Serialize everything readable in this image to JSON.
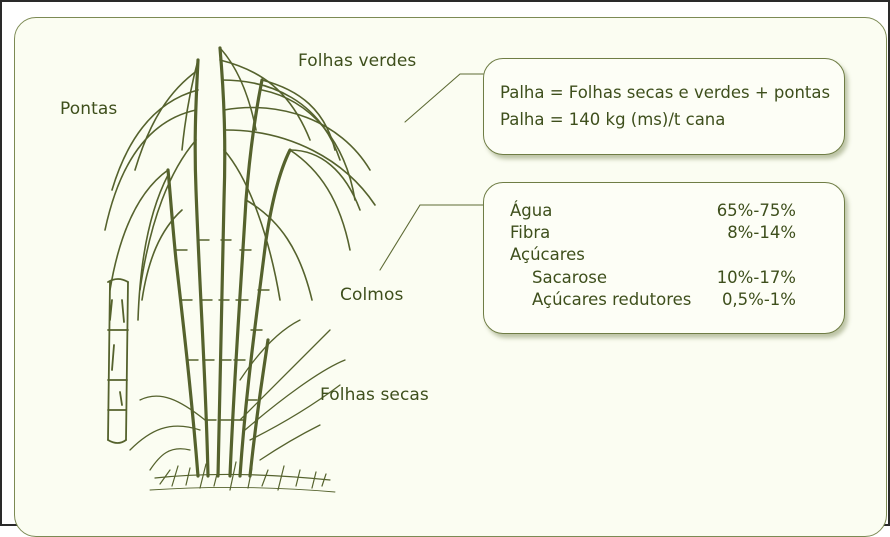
{
  "labels": {
    "pontas": "Pontas",
    "folhas_verdes": "Folhas verdes",
    "colmos": "Colmos",
    "folhas_secas": "Folhas secas"
  },
  "palha_box": {
    "line1": "Palha = Folhas secas e verdes + pontas",
    "line2": "Palha = 140 kg (ms)/t cana"
  },
  "composition_box": {
    "rows": [
      {
        "name": "Água",
        "value": "65%-75%",
        "indent": 0
      },
      {
        "name": "Fibra",
        "value": "8%-14%",
        "indent": 0
      },
      {
        "name": "Açúcares",
        "value": "",
        "indent": 0
      },
      {
        "name": "Sacarose",
        "value": "10%-17%",
        "indent": 1
      },
      {
        "name": "Açúcares redutores",
        "value": "0,5%-1%",
        "indent": 1
      }
    ]
  },
  "colors": {
    "text": "#3e4f1c",
    "panel_border": "#7c8a54",
    "panel_fill": "#fbfdf2",
    "plant": "#55622d"
  }
}
